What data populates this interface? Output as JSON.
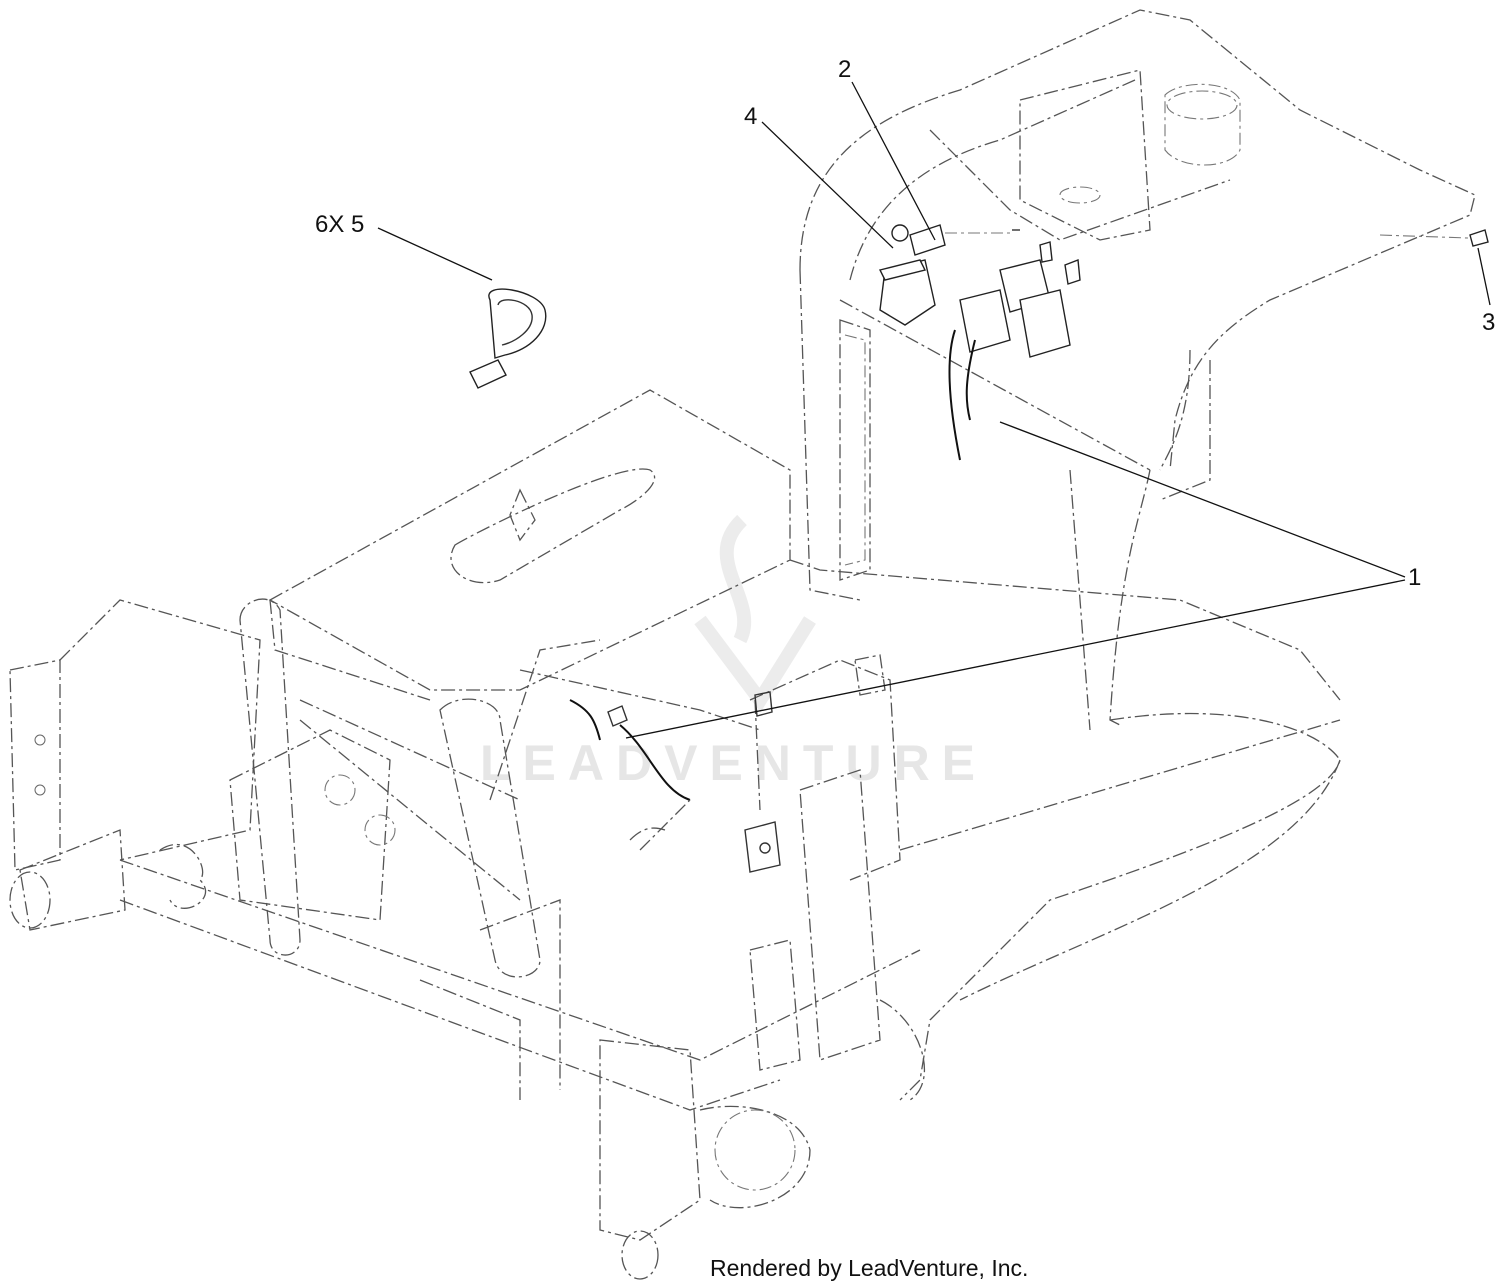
{
  "diagram": {
    "callouts": [
      {
        "id": "callout-1",
        "text": "1"
      },
      {
        "id": "callout-2",
        "text": "2"
      },
      {
        "id": "callout-3",
        "text": "3"
      },
      {
        "id": "callout-4",
        "text": "4"
      },
      {
        "id": "callout-5",
        "text": "6X 5"
      }
    ],
    "watermark": "LEADVENTURE",
    "footer": "Rendered by LeadVenture, Inc."
  },
  "colors": {
    "line": "#555555",
    "leader": "#111111",
    "watermark": "#e6e6e6",
    "background": "#ffffff"
  }
}
